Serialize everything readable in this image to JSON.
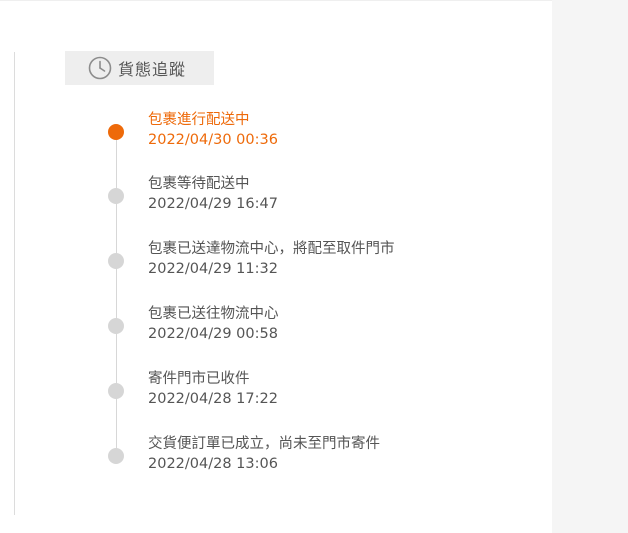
{
  "header": {
    "icon": "clock-icon",
    "title": "貨態追蹤"
  },
  "colors": {
    "accent": "#ee6a0a",
    "inactive_dot": "#d6d6d6",
    "text": "#555555"
  },
  "events": [
    {
      "status": "包裹進行配送中",
      "time": "2022/04/30 00:36",
      "active": true
    },
    {
      "status": "包裹等待配送中",
      "time": "2022/04/29 16:47",
      "active": false
    },
    {
      "status": "包裹已送達物流中心，將配至取件門市",
      "time": "2022/04/29 11:32",
      "active": false
    },
    {
      "status": "包裹已送往物流中心",
      "time": "2022/04/29 00:58",
      "active": false
    },
    {
      "status": "寄件門市已收件",
      "time": "2022/04/28 17:22",
      "active": false
    },
    {
      "status": "交貨便訂單已成立，尚未至門市寄件",
      "time": "2022/04/28 13:06",
      "active": false
    }
  ]
}
